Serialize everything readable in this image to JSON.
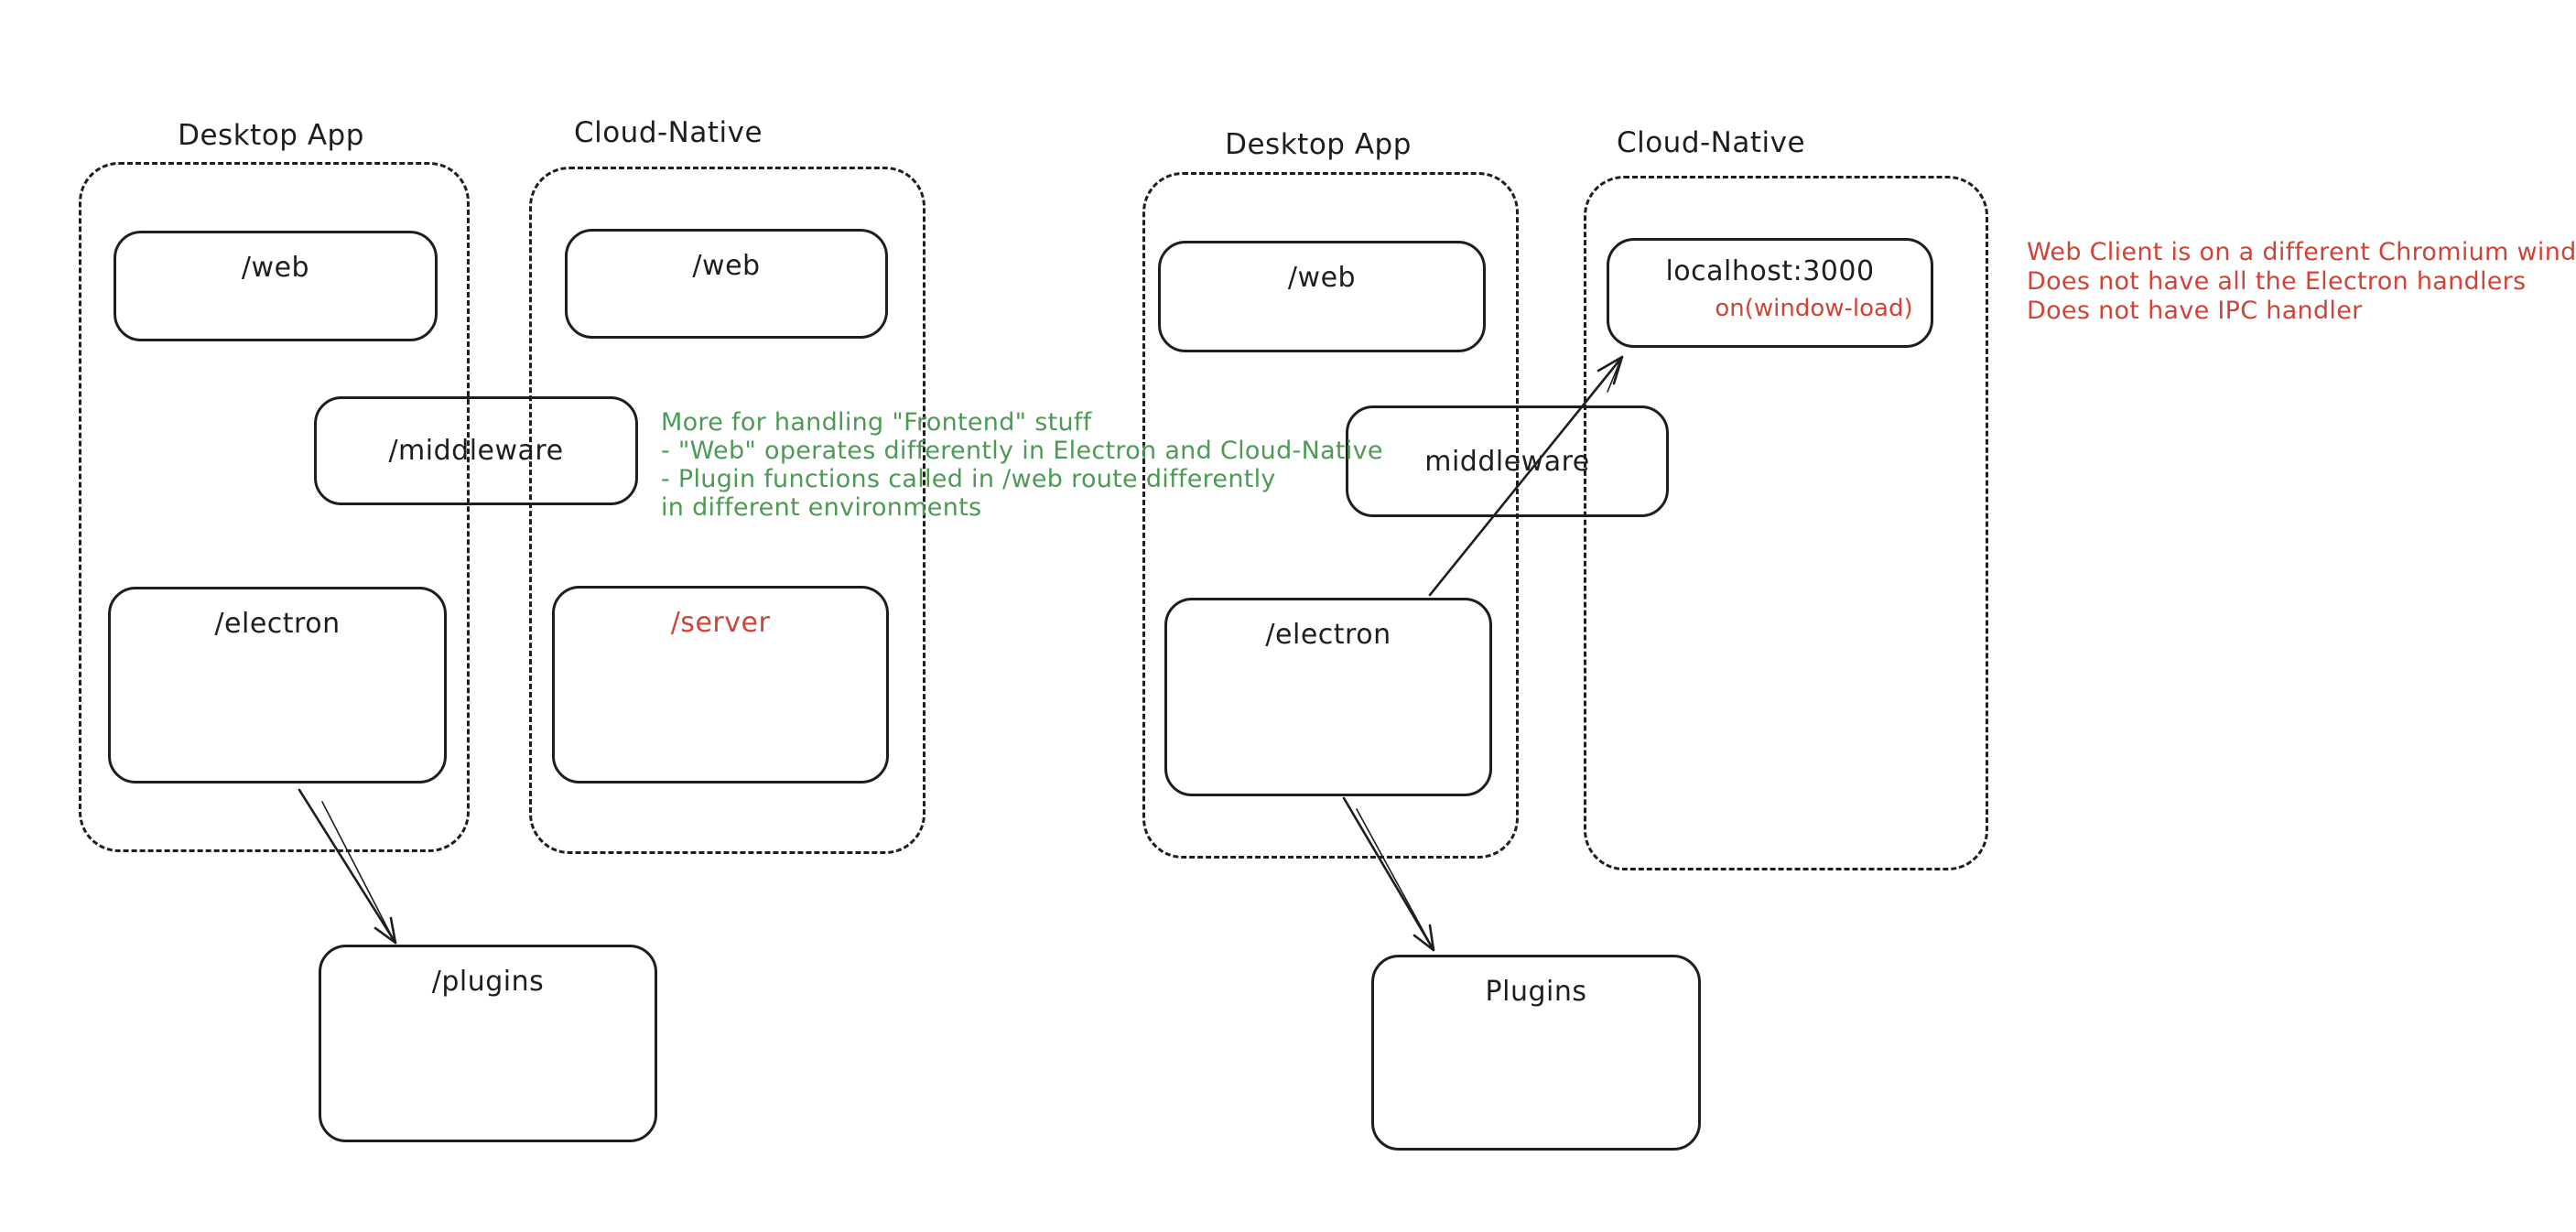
{
  "canvas": {
    "background": "#ffffff",
    "ink_color": "#1e1e1e",
    "green_color": "#4d9a54",
    "red_color": "#cf4437"
  },
  "left": {
    "groups": {
      "desktop": "Desktop App",
      "cloud": "Cloud-Native"
    },
    "nodes": {
      "web_desktop": "/web",
      "web_cloud": "/web",
      "middleware": "/middleware",
      "electron": "/electron",
      "server": "/server",
      "plugins": "/plugins"
    },
    "note": [
      "More for handling \"Frontend\" stuff",
      "- \"Web\" operates differently in Electron and Cloud-Native",
      "- Plugin functions called in /web route differently",
      "in different environments"
    ]
  },
  "right": {
    "groups": {
      "desktop": "Desktop App",
      "cloud": "Cloud-Native"
    },
    "nodes": {
      "web": "/web",
      "localhost": "localhost:3000",
      "window_load": "on(window-load)",
      "middleware": "middleware",
      "electron": "/electron",
      "plugins": "Plugins"
    },
    "note": [
      "Web Client is on a different Chromium window",
      "Does not have all the Electron handlers",
      "Does not have IPC handler"
    ]
  }
}
